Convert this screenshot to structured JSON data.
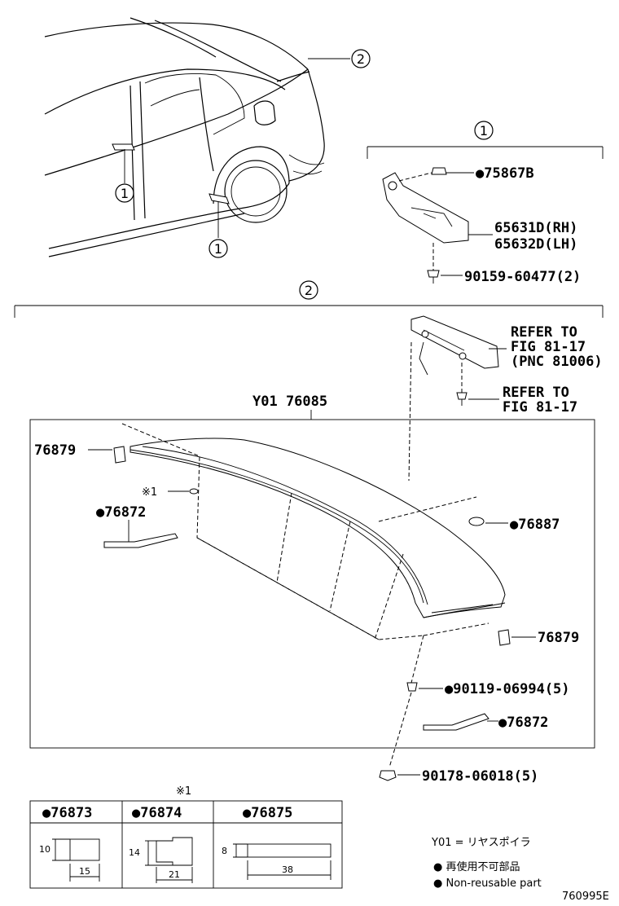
{
  "callouts": {
    "one": "1",
    "two": "2"
  },
  "parts": {
    "p75867B": "●75867B",
    "p65631D": "65631D(RH)",
    "p65632D": "65632D(LH)",
    "p90159": "90159-60477(2)",
    "refer1_l1": "REFER TO",
    "refer1_l2": "FIG 81-17",
    "refer1_l3": "(PNC 81006)",
    "refer2_l1": "REFER TO",
    "refer2_l2": "FIG 81-17",
    "y01": "Y01 76085",
    "p76879a": "76879",
    "x1_ref": "※1",
    "p76872a": "●76872",
    "p76887": "●76887",
    "p76879b": "76879",
    "p90119": "●90119-06994(5)",
    "p76872b": "●76872",
    "p90178": "90178-06018(5)"
  },
  "table": {
    "title": "※1",
    "headers": [
      "●76873",
      "●76874",
      "●76875"
    ],
    "dims": {
      "a_h": "10",
      "a_w": "15",
      "b_h": "14",
      "b_w": "21",
      "c_h": "8",
      "c_w": "38"
    }
  },
  "legend": {
    "y01_line": "Y01 = リヤスポイラ",
    "jp_line": "● 再使用不可部品",
    "en_line": "● Non-reusable part"
  },
  "figure_id": "760995E"
}
